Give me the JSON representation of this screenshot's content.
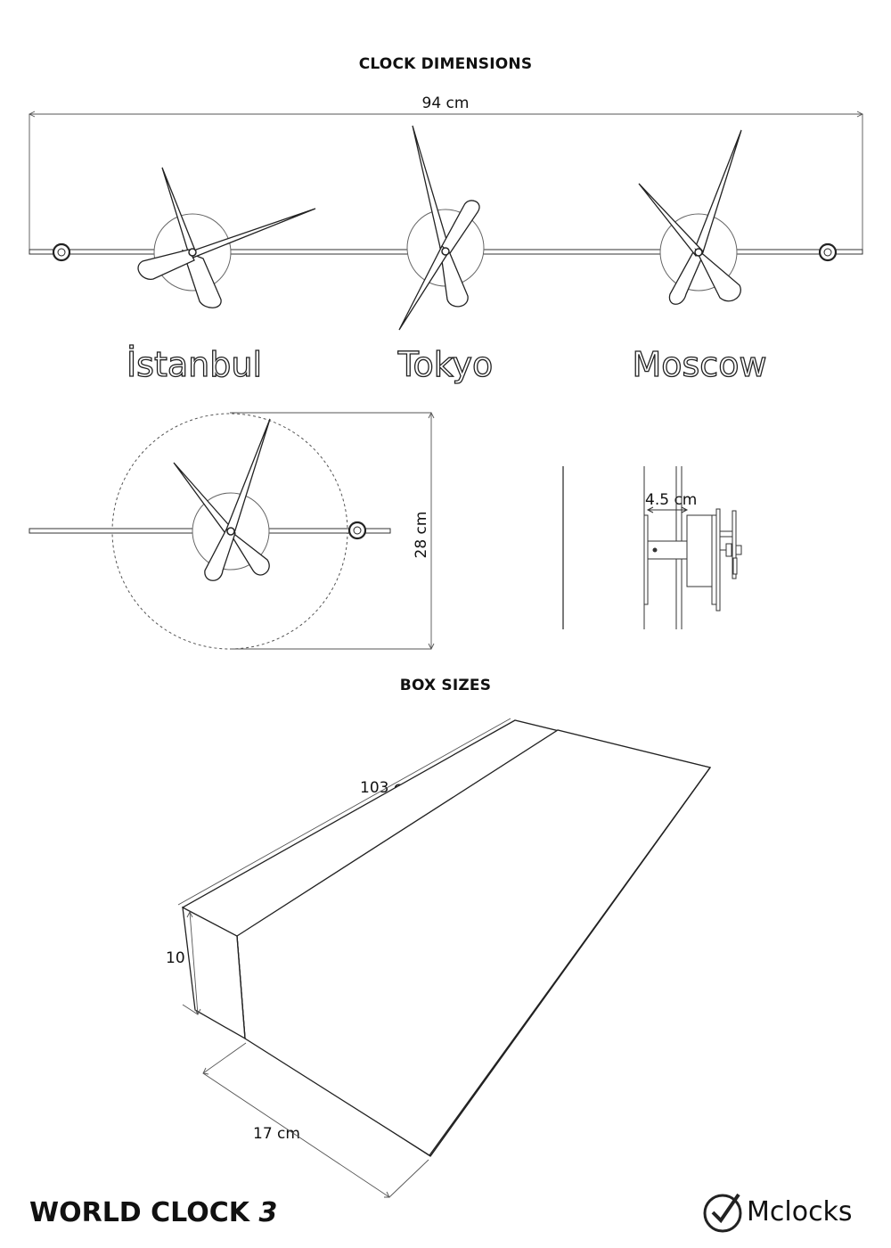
{
  "headings": {
    "clock_dimensions": "CLOCK DIMENSIONS",
    "box_sizes": "BOX SIZES"
  },
  "dimensions": {
    "width": "94 cm",
    "height": "28 cm",
    "depth": "4.5 cm",
    "box_length": "103 cm",
    "box_height": "10 cm",
    "box_width": "17 cm"
  },
  "cities": [
    "İstanbul",
    "Tokyo",
    "Moscow"
  ],
  "footer": {
    "product_title": "WORLD CLOCK",
    "product_number": "3",
    "brand": "Mclocks"
  }
}
